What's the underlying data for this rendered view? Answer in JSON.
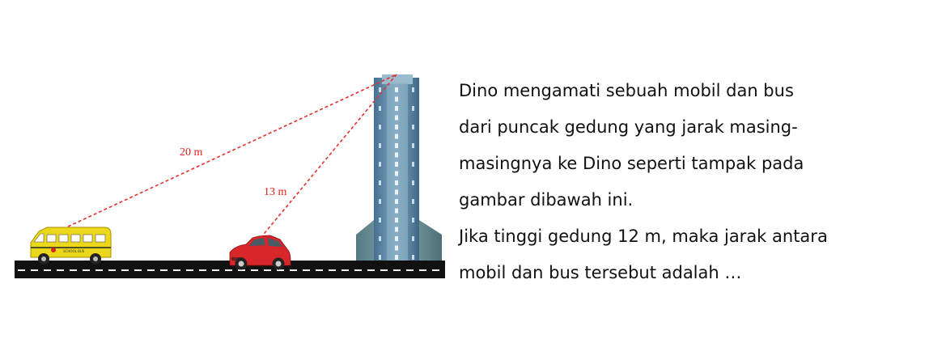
{
  "scene": {
    "label_bus_distance": "20 m",
    "label_car_distance": "13 m",
    "bus_sign": "SCHOOL BUS",
    "colors": {
      "sight_line": "#e53030",
      "bus": "#ecd81a",
      "car": "#d8262a",
      "building": "#5e8aa6",
      "road": "#111111"
    }
  },
  "problem": {
    "lines": [
      "Dino mengamati sebuah mobil dan bus",
      "dari puncak gedung yang jarak masing-",
      "masingnya ke Dino seperti tampak pada",
      "gambar dibawah ini.",
      "Jika tinggi gedung  12 m, maka jarak antara",
      "mobil dan bus tersebut adalah …"
    ]
  }
}
